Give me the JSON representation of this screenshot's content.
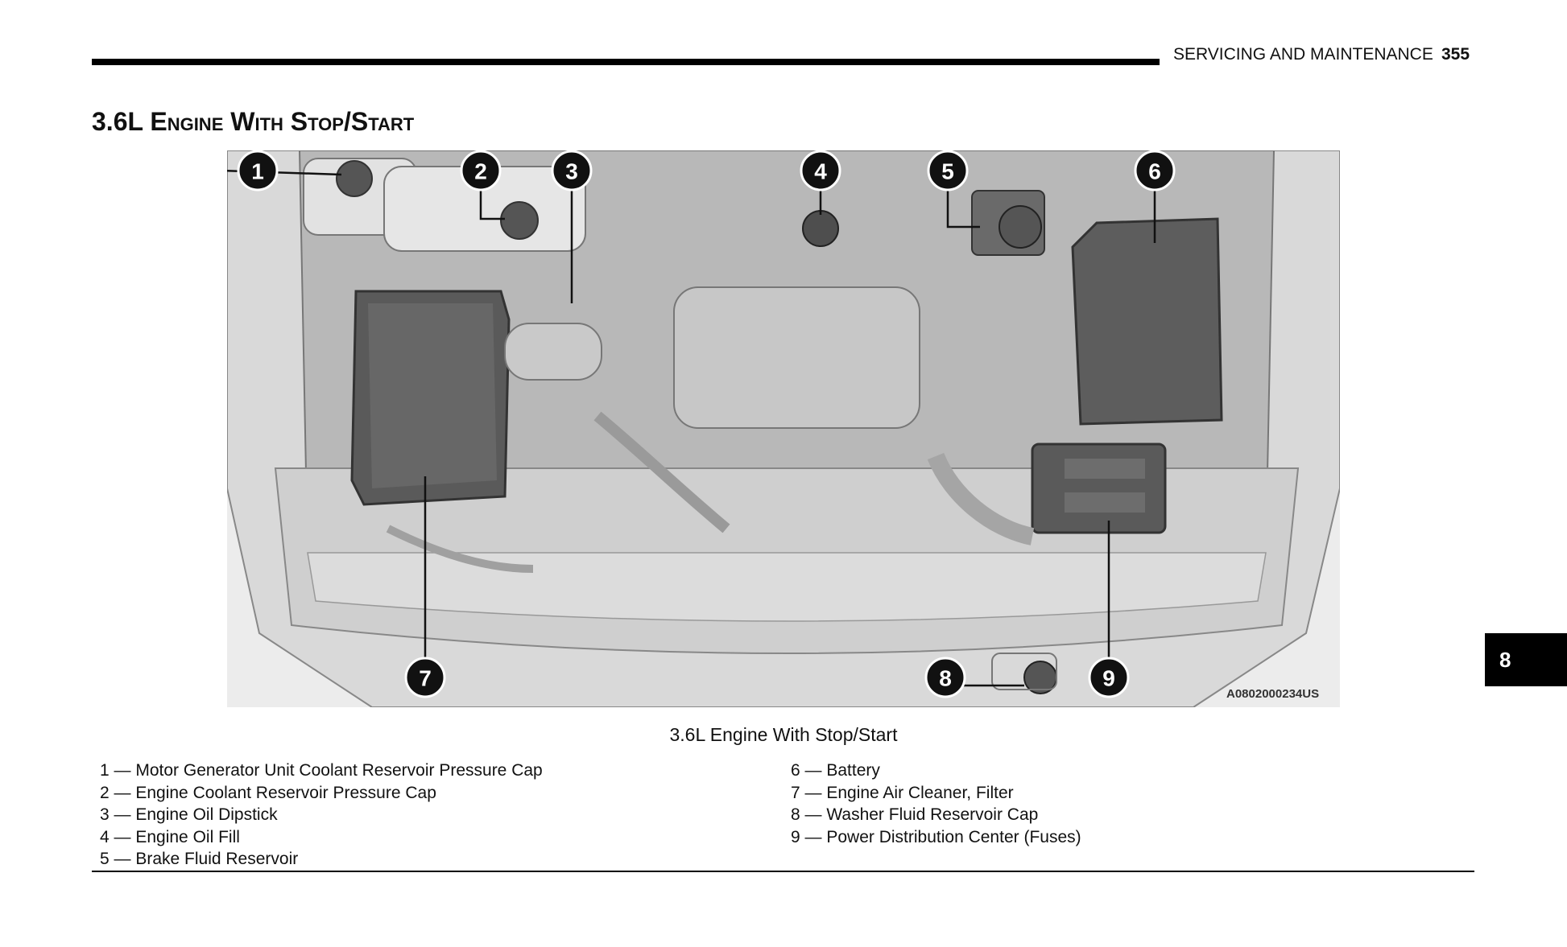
{
  "header": {
    "section": "SERVICING AND MAINTENANCE",
    "page_number": "355"
  },
  "title": "3.6L Engine With Stop/Start",
  "figure": {
    "id": "A0802000234US",
    "caption": "3.6L Engine With Stop/Start",
    "callouts": [
      "1",
      "2",
      "3",
      "4",
      "5",
      "6",
      "7",
      "8",
      "9"
    ]
  },
  "legend": {
    "left": [
      "1 — Motor Generator Unit Coolant Reservoir Pressure Cap",
      "2 — Engine Coolant Reservoir Pressure Cap",
      "3 — Engine Oil Dipstick",
      "4 — Engine Oil Fill",
      "5 — Brake Fluid Reservoir"
    ],
    "right": [
      "6 — Battery",
      "7 — Engine Air Cleaner, Filter",
      "8 — Washer Fluid Reservoir Cap",
      "9 — Power Distribution Center (Fuses)"
    ]
  },
  "chapter_tab": "8"
}
